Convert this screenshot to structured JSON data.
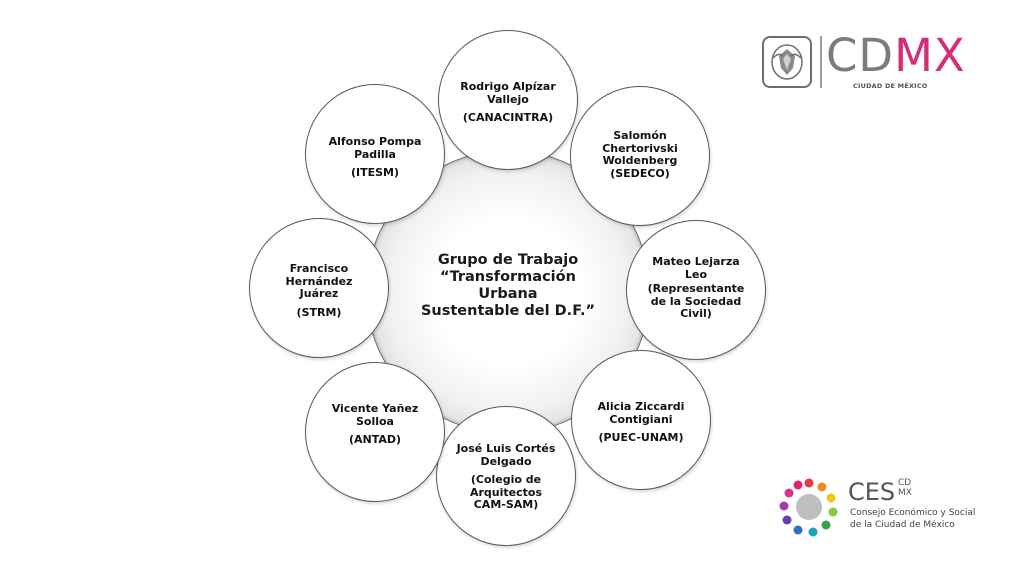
{
  "center": {
    "line1": "Grupo de Trabajo",
    "line2": "“Transformación Urbana",
    "line3": "Sustentable del D.F.”"
  },
  "nodes": [
    {
      "name": "Rodrigo Alpízar Vallejo",
      "org": "(CANACINTRA)"
    },
    {
      "name": "Salomón Chertorivski Woldenberg (SEDECO)",
      "org": ""
    },
    {
      "name": "Mateo Lejarza Leo",
      "org": "(Representante de la Sociedad Civil)"
    },
    {
      "name": "Alicia Ziccardi Contigiani",
      "org": "(PUEC-UNAM)"
    },
    {
      "name": "José Luis Cortés Delgado",
      "org": "(Colegio de Arquitectos CAM-SAM)"
    },
    {
      "name": "Vicente Yañez Solloa",
      "org": "(ANTAD)"
    },
    {
      "name": "Francisco Hernández Juárez",
      "org": "(STRM)"
    },
    {
      "name": "Alfonso Pompa Padilla",
      "org": "(ITESM)"
    }
  ],
  "logos": {
    "cdmx": {
      "cd": "CD",
      "mx": "MX",
      "subtitle": "CIUDAD DE MÉXICO"
    },
    "ces": {
      "word": "CES",
      "cdmx": "CD MX",
      "line1": "Consejo Económico y Social",
      "line2": "de la Ciudad de México"
    }
  },
  "colors": {
    "cdmx_pink": "#d42d79",
    "ring_gray": "#5a5a5a"
  }
}
